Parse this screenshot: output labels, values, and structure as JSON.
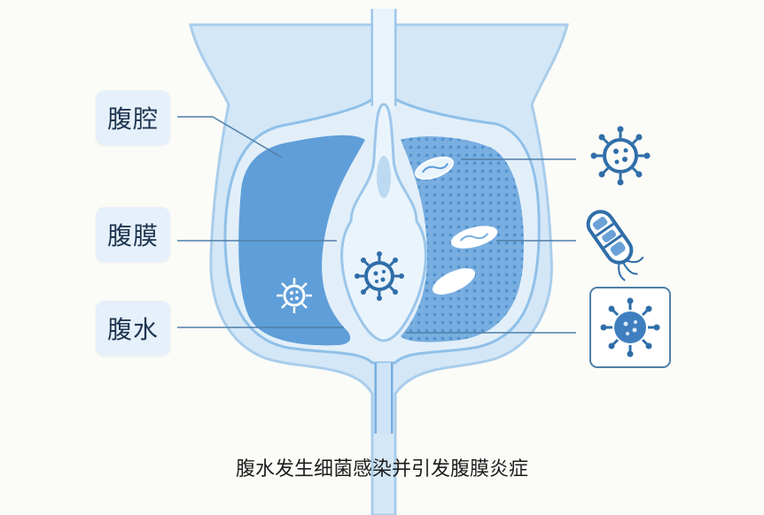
{
  "labels": {
    "abdominal_cavity": "腹腔",
    "peritoneum": "腹膜",
    "ascites": "腹水"
  },
  "caption": "腹水发生细菌感染并引发腹膜炎症",
  "colors": {
    "outer_body": "#d4e7f7",
    "outline": "#9cc6ea",
    "left_fluid": "#5f9ed9",
    "right_fluid": "#78aee0",
    "dots": "#4f8fcd",
    "bladder": "#eaf4fc",
    "pathogen": "#2f6ea8",
    "label_bg": "#e6f0fa",
    "label_text": "#1e3550"
  },
  "icons": [
    "virus-icon",
    "bacillus-icon",
    "framed-virus-icon"
  ]
}
